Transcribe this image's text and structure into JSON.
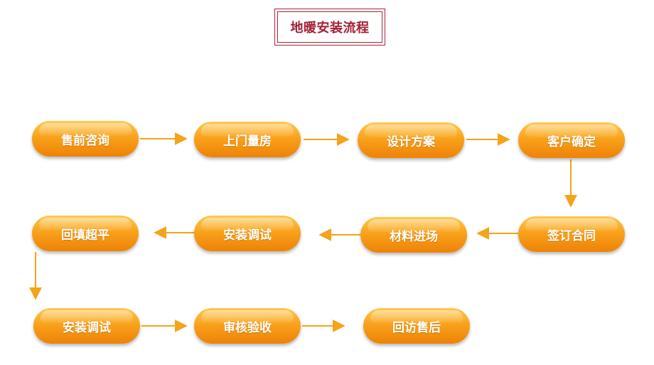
{
  "title": "地暖安装流程",
  "colors": {
    "title": "#a31f34",
    "title_border": "#b0243a",
    "step_top": "#ffc84d",
    "step_bottom": "#ee8205",
    "arrow": "#f4a31b"
  },
  "steps": [
    {
      "label": "售前咨询"
    },
    {
      "label": "上门量房"
    },
    {
      "label": "设计方案"
    },
    {
      "label": "客户确定"
    },
    {
      "label": "签订合同"
    },
    {
      "label": "材料进场"
    },
    {
      "label": "安装调试"
    },
    {
      "label": "回填超平"
    },
    {
      "label": "安装调试"
    },
    {
      "label": "审核验收"
    },
    {
      "label": "回访售后"
    }
  ]
}
